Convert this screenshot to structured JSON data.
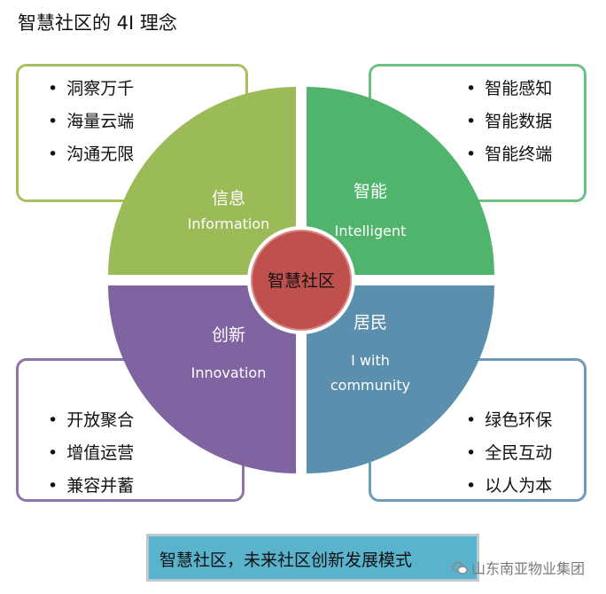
{
  "title": "智慧社区的 4I 理念",
  "center_label": "智慧社区",
  "quadrants": [
    {
      "cn": "信息",
      "en": [
        "Information"
      ],
      "color": "#9bbb59"
    },
    {
      "cn": "智能",
      "en": [
        "Intelligent"
      ],
      "color": "#50b46d"
    },
    {
      "cn": "创新",
      "en": [
        "Innovation"
      ],
      "color": "#8064a2"
    },
    {
      "cn": "居民",
      "en": [
        "I with",
        "community"
      ],
      "color": "#5b8fae"
    }
  ],
  "center_color": "#c0504d",
  "boxes": {
    "top_left": [
      "洞察万千",
      "海量云端",
      "沟通无限"
    ],
    "top_right": [
      "智能感知",
      "智能数据",
      "智能终端"
    ],
    "bottom_left": [
      "开放聚合",
      "增值运营",
      "兼容并蓄"
    ],
    "bottom_right": [
      "绿色环保",
      "全民互动",
      "以人为本"
    ]
  },
  "banner": "智慧社区，未来社区创新发展模式",
  "watermark": "山东南亚物业集团",
  "watermark_icon": "wechat-icon"
}
